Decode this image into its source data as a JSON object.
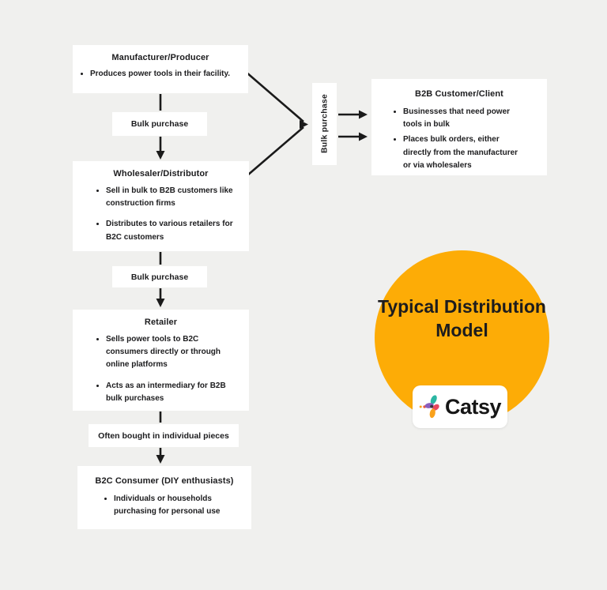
{
  "colors": {
    "background": "#F0F0EE",
    "box": "#FFFFFF",
    "text": "#1C1C1E",
    "line": "#1A1A1A",
    "badge_circle": "#FDAC06",
    "logo_teal": "#2BB6A3",
    "logo_purple": "#8A5FBE",
    "logo_red": "#E8475F",
    "logo_amber": "#F9A11B"
  },
  "nodes": {
    "manufacturer": {
      "title": "Manufacturer/Producer",
      "bullets": [
        "Produces power tools in their facility."
      ]
    },
    "wholesaler": {
      "title": "Wholesaler/Distributor",
      "bullets": [
        "Sell in bulk to B2B customers like construction firms",
        "Distributes to various retailers for B2C customers"
      ]
    },
    "retailer": {
      "title": "Retailer",
      "bullets": [
        "Sells power tools to B2C consumers directly or through online platforms",
        "Acts as an intermediary for B2B bulk purchases"
      ]
    },
    "b2c_consumer": {
      "title": "B2C Consumer (DIY enthusiasts)",
      "bullets": [
        "Individuals or households purchasing for personal use"
      ]
    },
    "b2b_customer": {
      "title": "B2B Customer/Client",
      "bullets": [
        "Businesses that need power tools in bulk",
        "Places bulk orders, either directly from the manufacturer or via wholesalers"
      ]
    }
  },
  "edges": {
    "manufacturer_to_wholesaler": "Bulk purchase",
    "wholesaler_to_retailer": "Bulk purchase",
    "retailer_to_b2c": "Often bought in individual pieces",
    "to_b2b_vertical": "Bulk purchase"
  },
  "badge": {
    "title": "Typical Distribution Model",
    "logo_text": "Catsy"
  }
}
